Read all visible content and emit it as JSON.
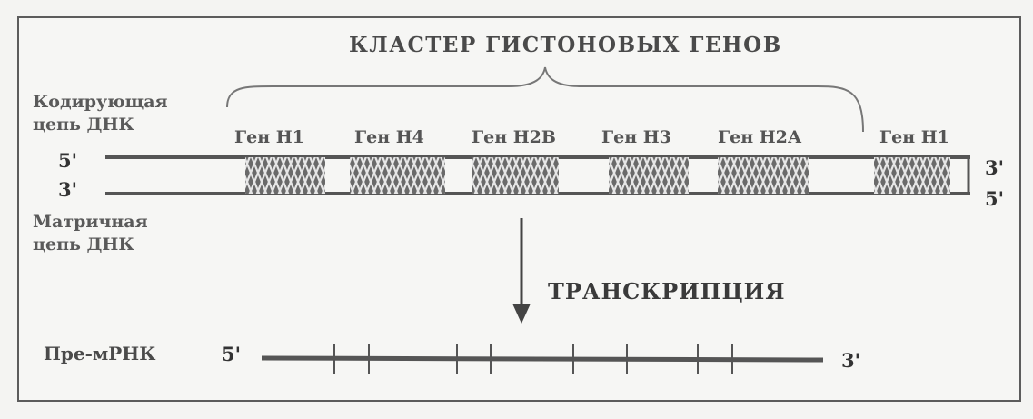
{
  "diagram": {
    "title": "КЛАСТЕР ГИСТОНОВЫХ ГЕНОВ",
    "coding_strand": {
      "line1": "Кодирующая",
      "line2": "цепь  ДНК",
      "end_left": "5'",
      "end_right": "3'"
    },
    "template_strand": {
      "line1": "Матричная",
      "line2": "цепь  ДНК",
      "end_left": "3'",
      "end_right": "5'"
    },
    "genes": [
      {
        "label": "Ген Н1"
      },
      {
        "label": "Ген Н4"
      },
      {
        "label": "Ген Н2В"
      },
      {
        "label": "Ген Н3"
      },
      {
        "label": "Ген Н2А"
      },
      {
        "label": "Ген Н1"
      }
    ],
    "process_label": "ТРАНСКРИПЦИЯ",
    "pre_mrna": {
      "label": "Пре-мРНК",
      "end_left": "5'",
      "end_right": "3'"
    }
  },
  "colors": {
    "strand": "#555555",
    "gene_box": "#6a6a6a",
    "gene_hatch": "#e6e6e6",
    "frame": "#5c5c5c"
  }
}
